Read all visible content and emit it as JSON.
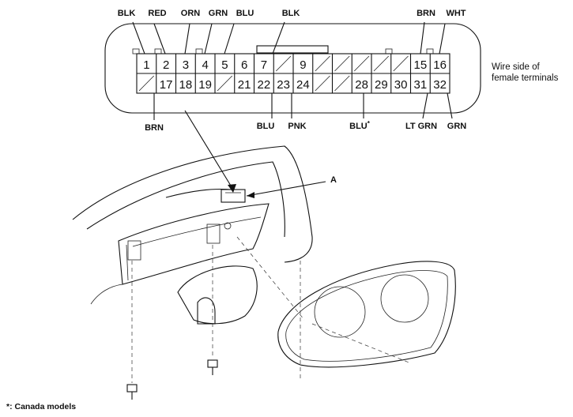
{
  "connector": {
    "top_wire_labels": [
      "BLK",
      "RED",
      "ORN",
      "GRN",
      "BLU",
      "BLK",
      "BRN",
      "WHT"
    ],
    "bottom_wire_labels": [
      "BRN",
      "BLU",
      "PNK",
      "BLU",
      "LT GRN",
      "GRN"
    ],
    "canada_mark": "*",
    "top_row_pins": [
      "1",
      "2",
      "3",
      "4",
      "5",
      "6",
      "7",
      "",
      "9",
      "",
      "",
      "",
      "",
      "",
      "15",
      "16"
    ],
    "bottom_row_pins": [
      "",
      "17",
      "18",
      "19",
      "",
      "21",
      "22",
      "23",
      "24",
      "",
      "",
      "28",
      "29",
      "30",
      "31",
      "32"
    ],
    "side_note_line1": "Wire side of",
    "side_note_line2": "female terminals"
  },
  "callout_a": "A",
  "footnote": "*: Canada models"
}
